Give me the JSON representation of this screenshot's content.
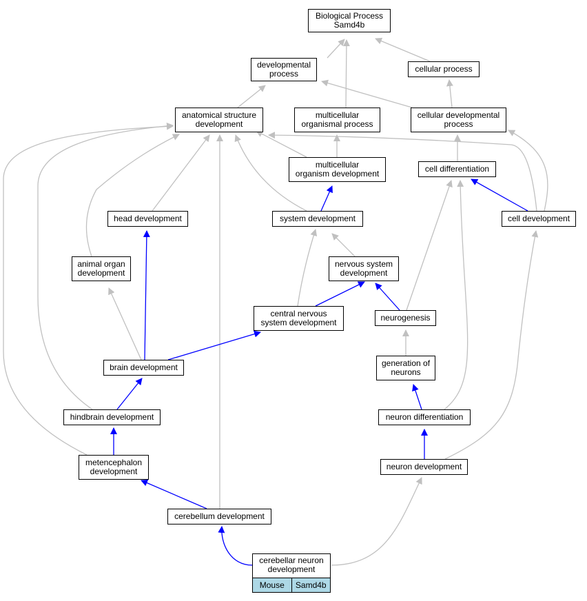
{
  "colors": {
    "is_a": "#c0c0c0",
    "part_of": "#0000ff",
    "annotation_bg": "#add8e6"
  },
  "nodes": {
    "bp": [
      "Biological Process",
      "Samd4b"
    ],
    "dev_process": [
      "developmental",
      "process"
    ],
    "cell_process": [
      "cellular process"
    ],
    "anat_dev": [
      "anatomical structure",
      "development"
    ],
    "multi_proc": [
      "multicellular",
      "organismal process"
    ],
    "cell_dev_proc": [
      "cellular developmental",
      "process"
    ],
    "multi_org_dev": [
      "multicellular",
      "organism development"
    ],
    "cell_diff": [
      "cell differentiation"
    ],
    "head_dev": [
      "head development"
    ],
    "sys_dev": [
      "system development"
    ],
    "cell_dev": [
      "cell development"
    ],
    "animal_organ": [
      "animal organ",
      "development"
    ],
    "nerv_sys": [
      "nervous system",
      "development"
    ],
    "cns": [
      "central nervous",
      "system development"
    ],
    "neurogenesis": [
      "neurogenesis"
    ],
    "brain": [
      "brain development"
    ],
    "gen_neurons": [
      "generation of",
      "neurons"
    ],
    "hindbrain": [
      "hindbrain development"
    ],
    "neuron_diff": [
      "neuron differentiation"
    ],
    "metenceph": [
      "metencephalon",
      "development"
    ],
    "neuron_dev": [
      "neuron development"
    ],
    "cerebellum": [
      "cerebellum development"
    ]
  },
  "leaf": {
    "title": [
      "cerebellar neuron",
      "development"
    ],
    "species": "Mouse",
    "gene": "Samd4b"
  }
}
